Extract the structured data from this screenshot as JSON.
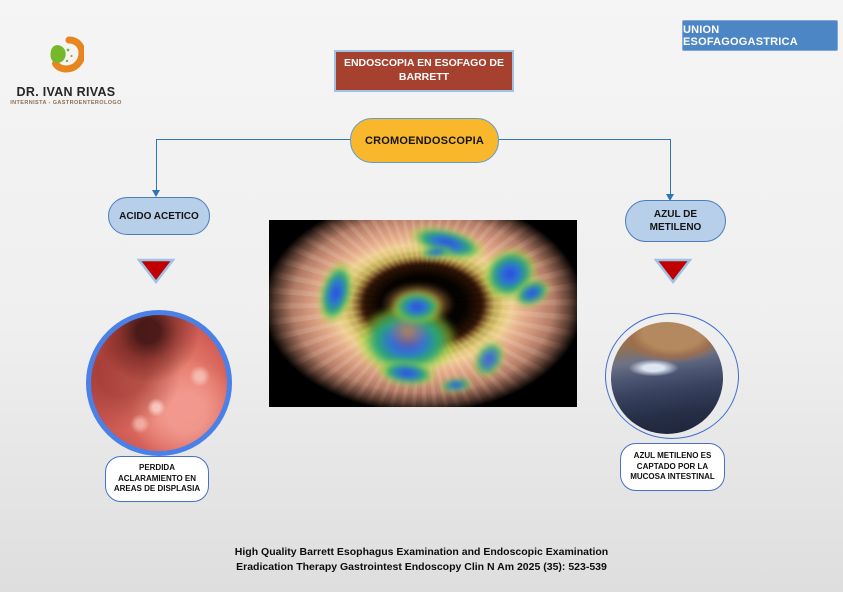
{
  "brand": {
    "name": "DR. IVAN RIVAS",
    "subtitle": "INTERNISTA - GASTROENTEROLOGO"
  },
  "header": {
    "union_button_label": "UNION ESOFAGOGASTRICA",
    "title": "ENDOSCOPIA EN ESOFAGO DE BARRETT"
  },
  "diagram": {
    "root_label": "CROMOENDOSCOPIA",
    "left": {
      "label": "ACIDO ACETICO",
      "caption": "PERDIDA ACLARAMIENTO EN AREAS DE DISPLASIA"
    },
    "right": {
      "label": "AZUL DE METILENO",
      "caption": "AZUL METILENO ES CAPTADO POR LA MUCOSA INTESTINAL"
    }
  },
  "footer": {
    "citation_line1": "High Quality Barrett Esophagus Examination and Endoscopic Examination",
    "citation_line2": "Eradication Therapy Gastrointest Endoscopy Clin N Am 2025 (35): 523-539"
  },
  "colors": {
    "background_top": "#f5f5f5",
    "background_bottom": "#dedede",
    "union_button": "#4d86c4",
    "title_box": "#a6402f",
    "root_pill": "#f9b82c",
    "branch_pill": "#b7cfe9",
    "connector": "#2e75b6",
    "triangle_fill": "#c00000",
    "triangle_stroke": "#9dc3e6",
    "photo_ring": "#4a80e8",
    "logo_orange": "#e8851e",
    "logo_green": "#76b82a"
  }
}
